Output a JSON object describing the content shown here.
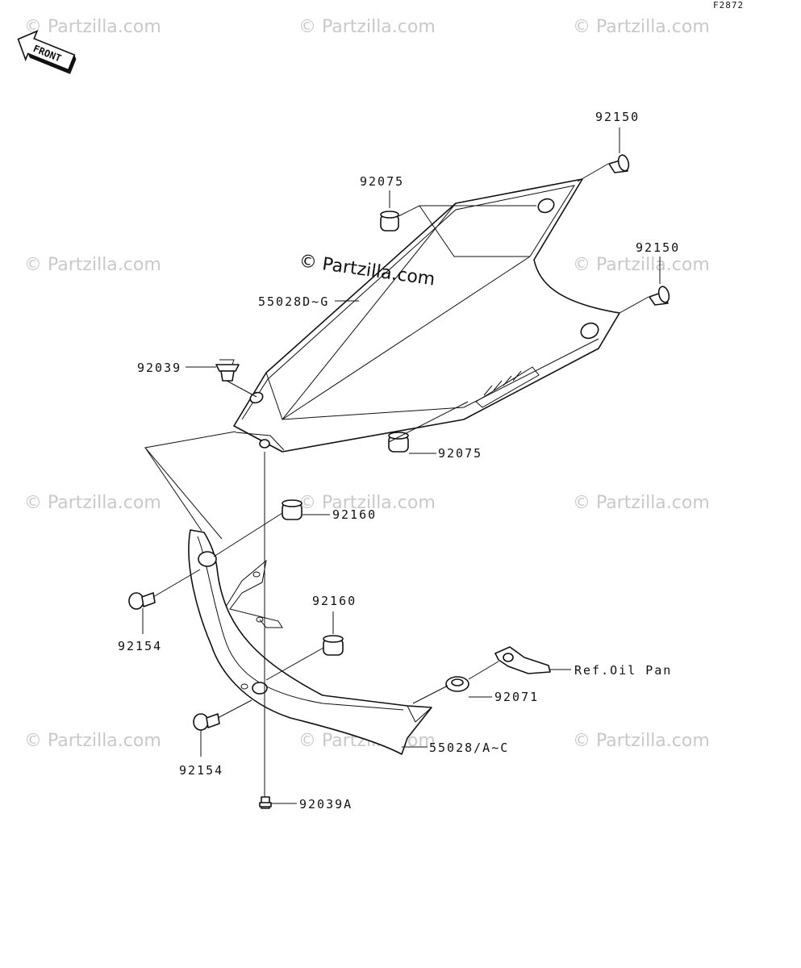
{
  "figure": {
    "code": "F2872",
    "front_label": "FRONT"
  },
  "watermark": {
    "text": "© Partzilla.com"
  },
  "parts": {
    "p92150_top": "92150",
    "p92075_top": "92075",
    "p92150_mid": "92150",
    "p55028D_G": "55028D~G",
    "p92039": "92039",
    "p92075_low": "92075",
    "p92160_a": "92160",
    "p92160_b": "92160",
    "p92154_a": "92154",
    "p92154_b": "92154",
    "ref_oil_pan": "Ref.Oil Pan",
    "p92071": "92071",
    "p55028_A_C": "55028/A~C",
    "p92039A": "92039A"
  }
}
